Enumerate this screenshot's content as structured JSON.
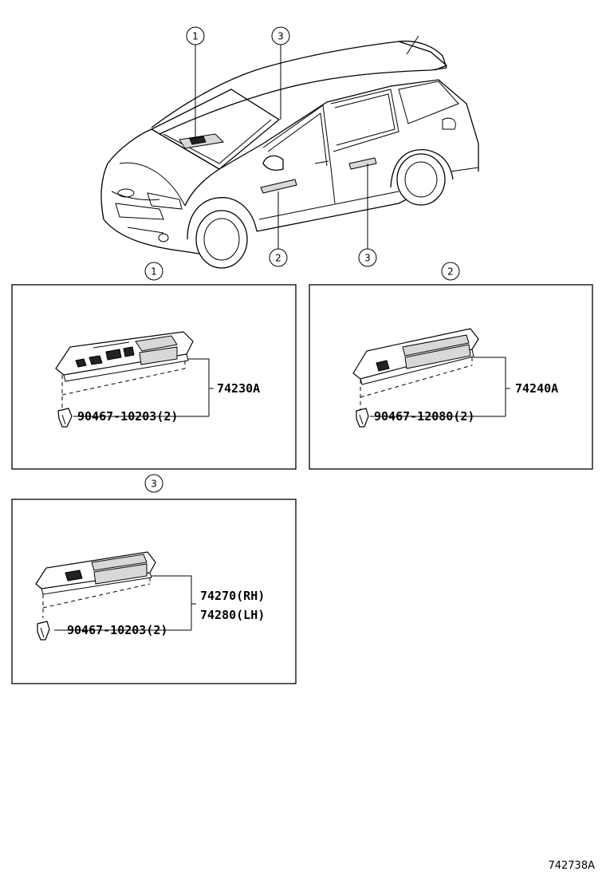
{
  "callouts": {
    "top": [
      {
        "label": "1"
      },
      {
        "label": "3"
      },
      {
        "label": "2"
      },
      {
        "label": "3"
      }
    ],
    "panels": [
      {
        "label": "1"
      },
      {
        "label": "2"
      },
      {
        "label": "3"
      }
    ]
  },
  "panels": [
    {
      "id": "1",
      "main_part": "74230A",
      "clip_part": "90467-10203(2)"
    },
    {
      "id": "2",
      "main_part": "74240A",
      "clip_part": "90467-12080(2)"
    },
    {
      "id": "3",
      "main_part_rh": "74270(RH)",
      "main_part_lh": "74280(LH)",
      "clip_part": "90467-10203(2)"
    }
  ],
  "figure_code": "742738A"
}
